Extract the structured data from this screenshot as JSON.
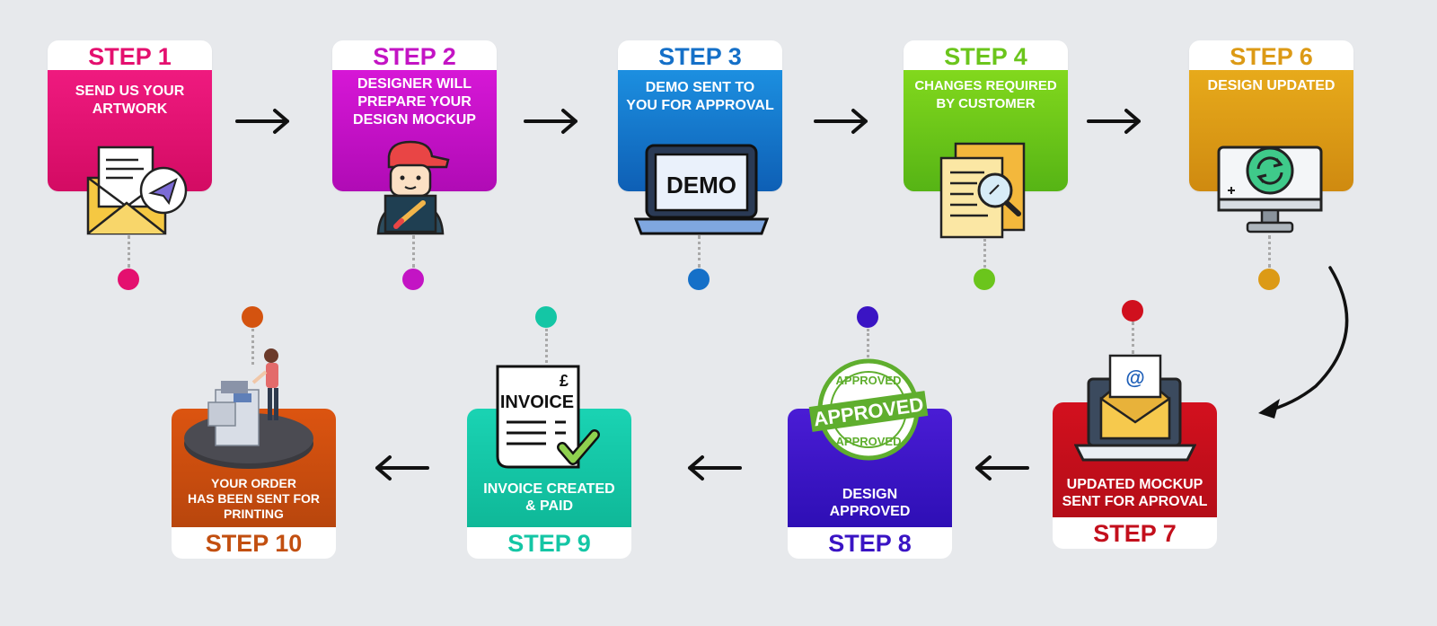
{
  "steps": [
    {
      "id": "1",
      "label": "STEP 1",
      "text_lines": [
        "SEND US YOUR",
        "ARTWORK"
      ],
      "color": "#e4106f",
      "gradient": [
        "#ef1a7f",
        "#d30b63"
      ],
      "icon": "envelope-letter-icon"
    },
    {
      "id": "2",
      "label": "STEP 2",
      "text_lines": [
        "DESIGNER WILL",
        "PREPARE YOUR",
        "DESIGN MOCKUP"
      ],
      "color": "#c314c4",
      "gradient": [
        "#d617d6",
        "#b00bb5"
      ],
      "icon": "designer-avatar-icon"
    },
    {
      "id": "3",
      "label": "STEP 3",
      "text_lines": [
        "DEMO SENT TO",
        "YOU FOR APPROVAL"
      ],
      "color": "#1570c8",
      "gradient": [
        "#1c8fe0",
        "#0e5fb5"
      ],
      "icon": "laptop-demo-icon",
      "icon_text": "DEMO"
    },
    {
      "id": "4",
      "label": "STEP 4",
      "text_lines": [
        "CHANGES REQUIRED",
        "BY CUSTOMER"
      ],
      "color": "#6bc51c",
      "gradient": [
        "#82d81d",
        "#56b415"
      ],
      "icon": "documents-magnifier-icon"
    },
    {
      "id": "6",
      "label": "STEP 6",
      "text_lines": [
        "DESIGN UPDATED"
      ],
      "color": "#dc9a16",
      "gradient": [
        "#e7aa1b",
        "#cf8a10"
      ],
      "icon": "monitor-refresh-icon"
    },
    {
      "id": "7",
      "label": "STEP 7",
      "text_lines": [
        "UPDATED MOCKUP",
        "SENT FOR APROVAL"
      ],
      "color": "#c30f1c",
      "gradient": [
        "#d3101e",
        "#b40d18"
      ],
      "icon": "laptop-email-icon",
      "icon_text": "@"
    },
    {
      "id": "8",
      "label": "STEP 8",
      "text_lines": [
        "DESIGN",
        "APPROVED"
      ],
      "color": "#3a14c4",
      "gradient": [
        "#4a1cd5",
        "#2e0fb5"
      ],
      "icon": "approved-stamp-icon",
      "icon_text": "APPROVED"
    },
    {
      "id": "9",
      "label": "STEP 9",
      "text_lines": [
        "INVOICE CREATED",
        "& PAID"
      ],
      "color": "#14c6a5",
      "gradient": [
        "#1ad3b3",
        "#0fb898"
      ],
      "icon": "invoice-check-icon",
      "icon_text": "INVOICE",
      "currency": "£"
    },
    {
      "id": "10",
      "label": "STEP 10",
      "text_lines": [
        "YOUR ORDER",
        "HAS BEEN SENT FOR",
        "PRINTING"
      ],
      "color": "#c24f10",
      "gradient": [
        "#dc5410",
        "#b8460d"
      ],
      "icon": "printer-operator-icon"
    }
  ],
  "dot_colors": {
    "1": "#e4106f",
    "2": "#c314c4",
    "3": "#1570c8",
    "4": "#6bc51c",
    "6": "#dc9a16",
    "7": "#d0101e",
    "8": "#3a14c4",
    "9": "#14c6a5",
    "10": "#d4530f"
  }
}
